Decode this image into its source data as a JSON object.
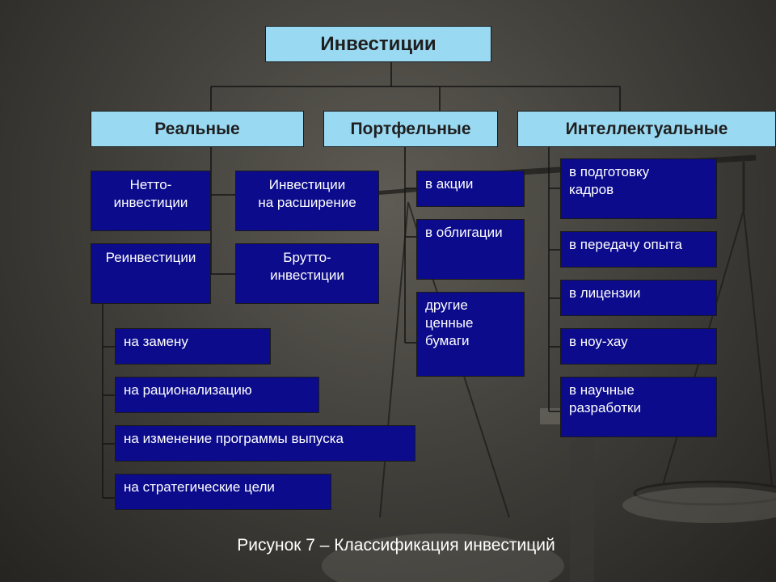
{
  "title": "Инвестиции",
  "categories": {
    "real": "Реальные",
    "portfolio": "Портфельные",
    "intellectual": "Интеллектуальные"
  },
  "real": {
    "netto": "Нетто-\nинвестиции",
    "expansion": "Инвестиции\nна расширение",
    "reinvest": "Реинвестиции",
    "brutto": "Брутто-\nинвестиции",
    "sub": [
      "на замену",
      "на рационализацию",
      "на изменение программы выпуска",
      "на стратегические цели"
    ]
  },
  "portfolio": [
    "в акции",
    "в облигации",
    "другие\nценные\nбумаги"
  ],
  "intellectual": [
    "в подготовку\nкадров",
    "в передачу опыта",
    "в лицензии",
    "в ноу-хау",
    "в научные\nразработки"
  ],
  "caption": "Рисунок 7 – Классификация инвестиций",
  "colors": {
    "header_fill": "#9ad9f2",
    "box_fill": "#0b0b8c",
    "background": "#4a4842"
  }
}
